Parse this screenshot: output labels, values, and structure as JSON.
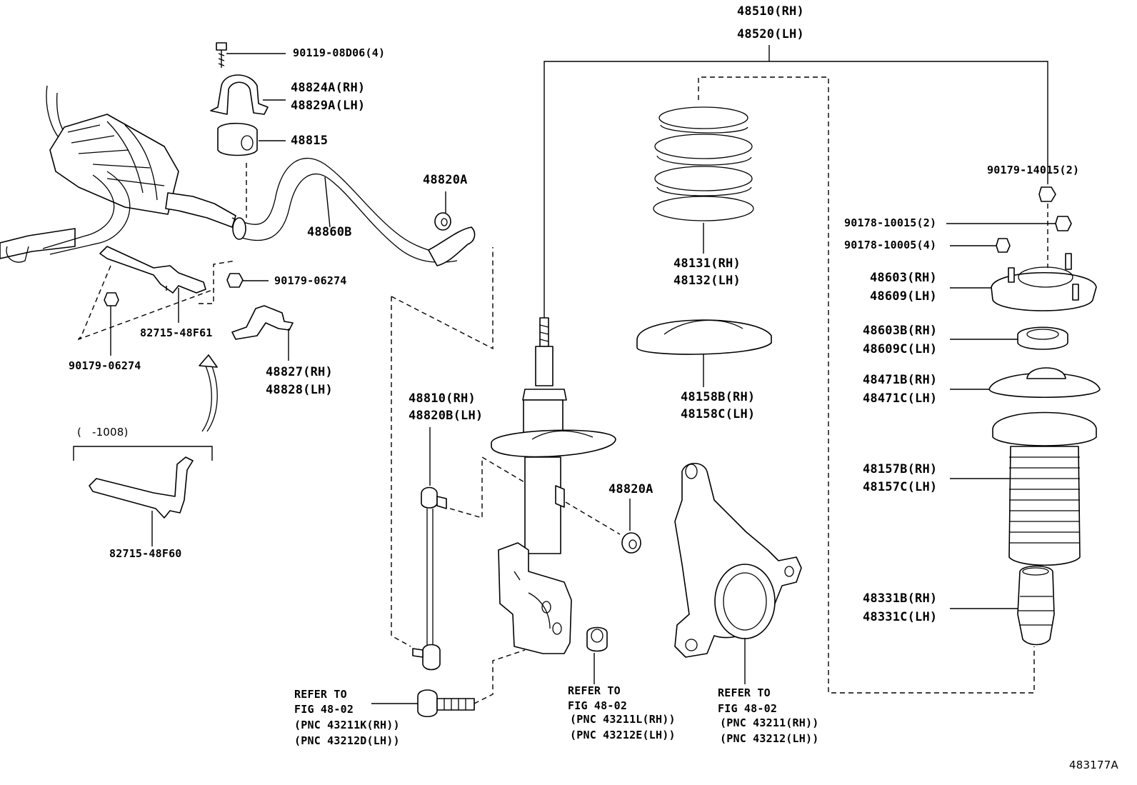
{
  "figure_id": "483177A",
  "labels": {
    "strut_rh": "48510(RH)",
    "strut_lh": "48520(LH)",
    "bolt_top": "90119-08D06(4)",
    "bracket_rh": "48824A(RH)",
    "bracket_lh": "48829A(LH)",
    "bushing": "48815",
    "link_top": "48820A",
    "stab_bar": "48860B",
    "nut_mid": "90179-06274",
    "bracket_f61": "82715-48F61",
    "nut_left": "90179-06274",
    "bracket_827_rh": "48827(RH)",
    "bracket_828_lh": "48828(LH)",
    "range_note": "(   -1008)",
    "bracket_f60": "82715-48F60",
    "link_rh": "48810(RH)",
    "link_lh": "48820B(LH)",
    "link_nut": "48820A",
    "spring_rh": "48131(RH)",
    "spring_lh": "48132(LH)",
    "insulator_rh": "48158B(RH)",
    "insulator_lh": "48158C(LH)",
    "nut_14015": "90179-14015(2)",
    "nut_10015": "90178-10015(2)",
    "nut_10005": "90178-10005(4)",
    "support_rh": "48603(RH)",
    "support_lh": "48609(LH)",
    "bearing_rh": "48603B(RH)",
    "bearing_lh": "48609C(LH)",
    "seat_rh": "48471B(RH)",
    "seat_lh": "48471C(LH)",
    "boot_rh": "48157B(RH)",
    "boot_lh": "48157C(LH)",
    "bound_rh": "48331B(RH)",
    "bound_lh": "48331C(LH)"
  },
  "refs": [
    {
      "line1": "REFER TO",
      "line2": "FIG 48-02",
      "pnc1": "(PNC 43211K(RH))",
      "pnc2": "(PNC 43212D(LH))"
    },
    {
      "line1": "REFER TO",
      "line2": "FIG 48-02",
      "pnc1": "(PNC 43211L(RH))",
      "pnc2": "(PNC 43212E(LH))"
    },
    {
      "line1": "REFER TO",
      "line2": "FIG 48-02",
      "pnc1": "(PNC 43211(RH))",
      "pnc2": "(PNC 43212(LH))"
    }
  ]
}
